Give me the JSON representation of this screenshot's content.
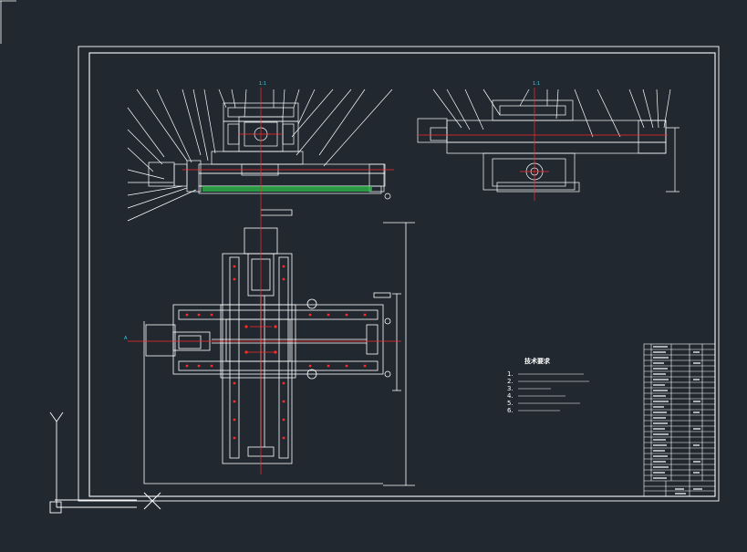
{
  "colors": {
    "background": "#212830",
    "line": "#ffffff",
    "center_line": "#ff2a2a",
    "accent_cyan": "#3ad0e0",
    "hatch_green": "#2fbf4a"
  },
  "drawing": {
    "tech_requirements": {
      "title": "技术要求",
      "items": [
        "1.",
        "2.",
        "3.",
        "4.",
        "5.",
        "6."
      ]
    },
    "ucs_labels": {
      "y": "Y",
      "x": "X"
    }
  }
}
